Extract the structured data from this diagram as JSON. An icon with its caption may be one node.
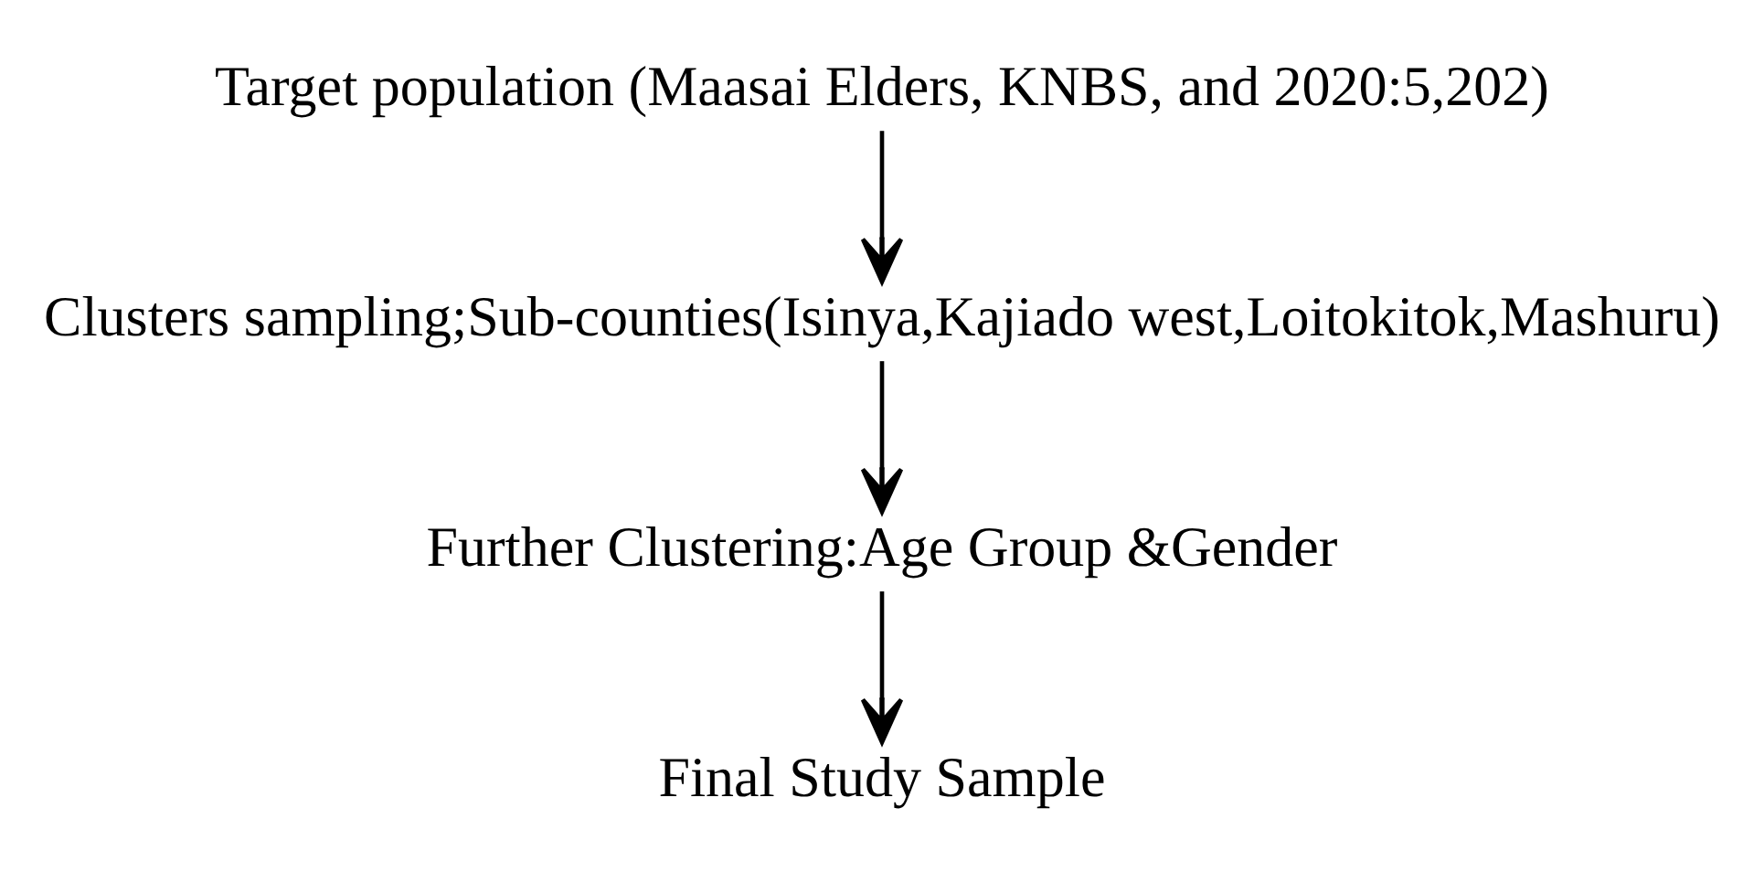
{
  "diagram": {
    "nodes": [
      {
        "text": [
          "Target population (Maasai Elders, KNBS, and 2020:5,202)"
        ]
      },
      {
        "text": [
          "Clusters sampling;Sub-counties(Isinya,Kajiado west,Loitokitok,Mashuru)"
        ]
      },
      {
        "text": [
          "Further Clustering:Age Group &Gender"
        ]
      },
      {
        "text": [
          "Final Study Sample"
        ]
      }
    ],
    "edges": [
      {
        "from": 0,
        "to": 1,
        "arrow": "to"
      },
      {
        "from": 1,
        "to": 2,
        "arrow": "to"
      },
      {
        "from": 2,
        "to": 3,
        "arrow": "to"
      }
    ]
  }
}
